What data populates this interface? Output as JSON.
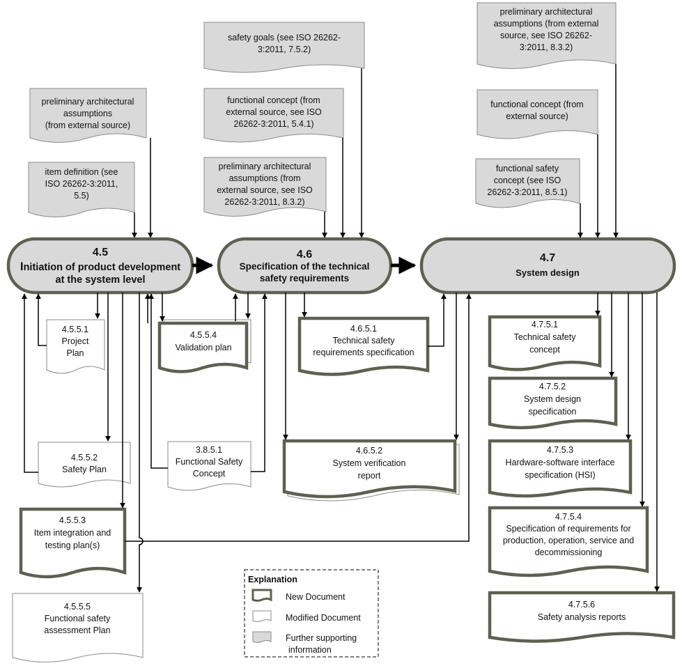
{
  "inputs": {
    "in_45_prelim": [
      "preliminary architectural",
      "assumptions",
      "(from external source)"
    ],
    "in_45_item": [
      "item definition (see",
      "ISO 26262-3:2011,",
      "5.5)"
    ],
    "in_46_goals": [
      "safety goals (see ISO 26262-",
      "3:2011, 7.5.2)"
    ],
    "in_46_func": [
      "functional concept (from",
      "external source, see ISO",
      "26262-3:2011, 5.4.1)"
    ],
    "in_46_prelim": [
      "preliminary architectural",
      "assumptions (from",
      "external source, see ISO",
      "26262-3:2011, 8.3.2)"
    ],
    "in_47_prelim": [
      "preliminary architectural",
      "assumptions (from  external",
      "source, see ISO 26262-",
      "3:2011, 8.3.2)"
    ],
    "in_47_func": [
      "functional concept (from",
      "external source)"
    ],
    "in_47_fsc": [
      "functional safety",
      "concept (see ISO",
      "26262-3:2011, 8.5.1)"
    ]
  },
  "processes": {
    "p45": {
      "number": "4.5",
      "line1_initial": "I",
      "line1_rest": "nitiation of product development",
      "line2": "at the system level"
    },
    "p46": {
      "number": "4.6",
      "line1": "Specification of the technical",
      "line2": "safety requirements"
    },
    "p47": {
      "number": "4.7",
      "line1": "System design"
    }
  },
  "outputs": {
    "d4551": [
      "4.5.5.1",
      "Project",
      "Plan"
    ],
    "d4554": [
      "4.5.5.4",
      "Validation plan"
    ],
    "d4552": [
      "4.5.5.2",
      "Safety Plan"
    ],
    "d3851": [
      "3.8.5.1",
      "Functional Safety",
      "Concept"
    ],
    "d4553": [
      "4.5.5.3",
      "Item integration and",
      "testing plan(s)"
    ],
    "d4555": [
      "4.5.5.5",
      "Functional safety",
      "assessment Plan"
    ],
    "d4651": [
      "4.6.5.1",
      "Technical safety",
      "requirements specification"
    ],
    "d4652": [
      "4.6.5.2",
      "System verification",
      "report"
    ],
    "d4751": [
      "4.7.5.1",
      "Technical safety",
      "concept"
    ],
    "d4752": [
      "4.7.5.2",
      "System design",
      "specification"
    ],
    "d4753": [
      "4.7.5.3",
      "Hardware-software interface",
      "specification (HSI)"
    ],
    "d4754": [
      "4.7.5.4",
      "Specification of requirements for",
      "production, operation, service and",
      "decommissioning"
    ],
    "d4756": [
      "4.7.5.6",
      "Safety analysis reports"
    ]
  },
  "legend": {
    "title": "Explanation",
    "new_doc": "New Document",
    "modified_doc": "Modified  Document",
    "further_1": "Further supporting",
    "further_2": "information"
  }
}
